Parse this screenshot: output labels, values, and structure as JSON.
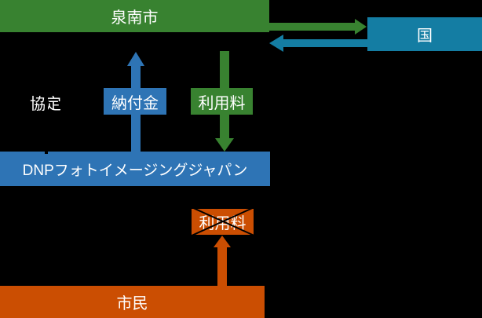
{
  "diagram": {
    "background": "#000000",
    "text_color": "#FFFFFF",
    "nodes": {
      "sennan": {
        "label": "泉南市",
        "color": "#388230"
      },
      "kuni": {
        "label": "国",
        "color": "#147DA3"
      },
      "dnp": {
        "label": "DNPフォトイメージングジャパン",
        "color": "#2E74B5"
      },
      "shimin": {
        "label": "市民",
        "color": "#CB4E02"
      }
    },
    "edge_labels": {
      "kyotei": {
        "label": "協定"
      },
      "nofukin": {
        "label": "納付金",
        "color": "#2E74B5"
      },
      "riyoryo_company": {
        "label": "利用料",
        "color": "#388230"
      },
      "riyoryo_citizen": {
        "label": "利用料",
        "color": "#CB4E02",
        "crossed_out": true
      }
    },
    "arrows": [
      {
        "name": "sennan-to-kuni",
        "from": "泉南市",
        "to": "国",
        "color": "#388230"
      },
      {
        "name": "kuni-to-sennan",
        "from": "国",
        "to": "泉南市",
        "color": "#147DA3"
      },
      {
        "name": "dnp-to-sennan",
        "from": "DNPフォトイメージングジャパン",
        "to": "泉南市",
        "label": "納付金",
        "color": "#2E74B5"
      },
      {
        "name": "sennan-to-dnp",
        "from": "泉南市",
        "to": "DNPフォトイメージングジャパン",
        "label": "利用料",
        "color": "#388230"
      },
      {
        "name": "shimin-to-riyoryo",
        "from": "市民",
        "to": "利用料",
        "color": "#CB4E02"
      }
    ],
    "kyotei_connector_color": "#000000",
    "cross": {
      "color": "#000000"
    }
  }
}
